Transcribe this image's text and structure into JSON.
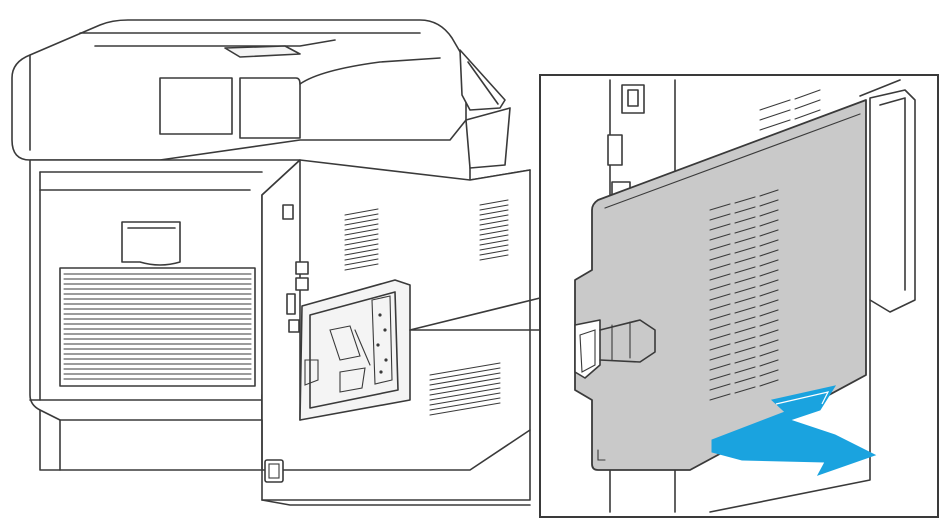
{
  "figure": {
    "subject": "printer-rear-view",
    "callout_subject": "rear-door-panel",
    "colors": {
      "outline": "#3a3a3a",
      "panel_fill": "#c9c9c9",
      "arrow_fill": "#1aa3df",
      "background": "#ffffff"
    },
    "icons": [
      "printer-illustration",
      "power-socket-icon",
      "door-latch-icon",
      "insertion-arrow-icon"
    ]
  }
}
